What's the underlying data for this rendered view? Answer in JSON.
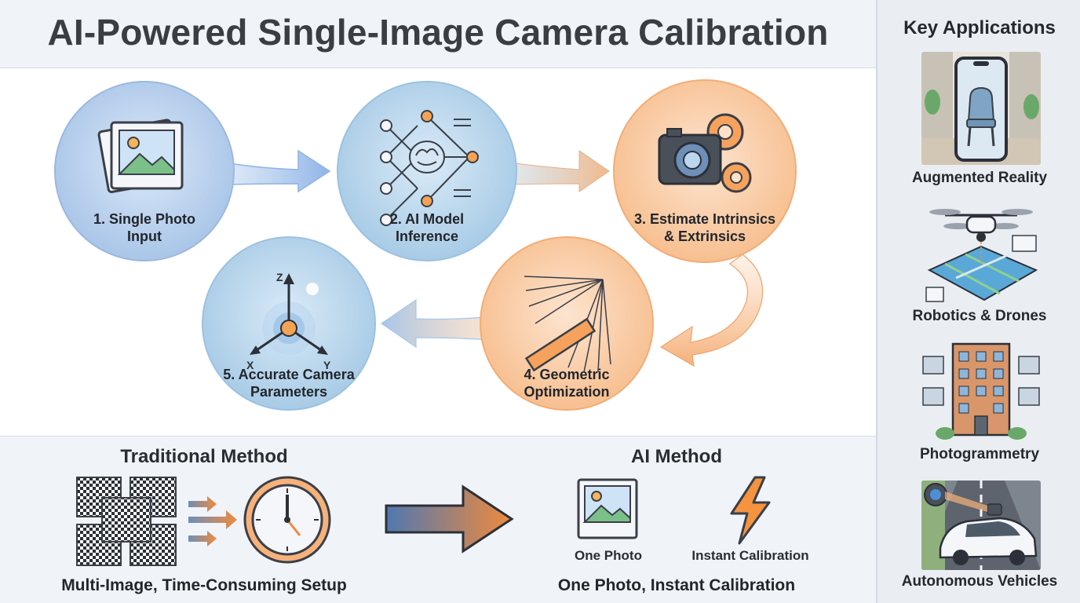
{
  "title": "AI-Powered Single-Image Camera Calibration",
  "steps": [
    {
      "line1": "1. Single Photo",
      "line2": "Input"
    },
    {
      "line1": "2. AI Model",
      "line2": "Inference"
    },
    {
      "line1": "3. Estimate Intrinsics",
      "line2": "& Extrinsics"
    },
    {
      "line1": "4. Geometric",
      "line2": "Optimization"
    },
    {
      "line1": "5. Accurate Camera",
      "line2": "Parameters"
    }
  ],
  "axes": {
    "z": "Z",
    "x": "X",
    "y": "Y"
  },
  "traditional": {
    "title": "Traditional Method",
    "caption": "Multi-Image, Time-Consuming Setup"
  },
  "ai_method": {
    "title": "AI Method",
    "item1": "One Photo",
    "item2": "Instant Calibration",
    "caption": "One Photo, Instant Calibration"
  },
  "sidebar": {
    "title": "Key Applications",
    "apps": [
      {
        "label": "Augmented Reality",
        "icon": "ar-phone-icon"
      },
      {
        "label": "Robotics & Drones",
        "icon": "drone-icon"
      },
      {
        "label": "Photogrammetry",
        "icon": "building-icon"
      },
      {
        "label": "Autonomous Vehicles",
        "icon": "car-icon"
      }
    ]
  },
  "colors": {
    "blue": "#a9c8ea",
    "orange": "#f6b784",
    "accent_orange": "#f08a3c",
    "dark": "#3a3f48"
  }
}
